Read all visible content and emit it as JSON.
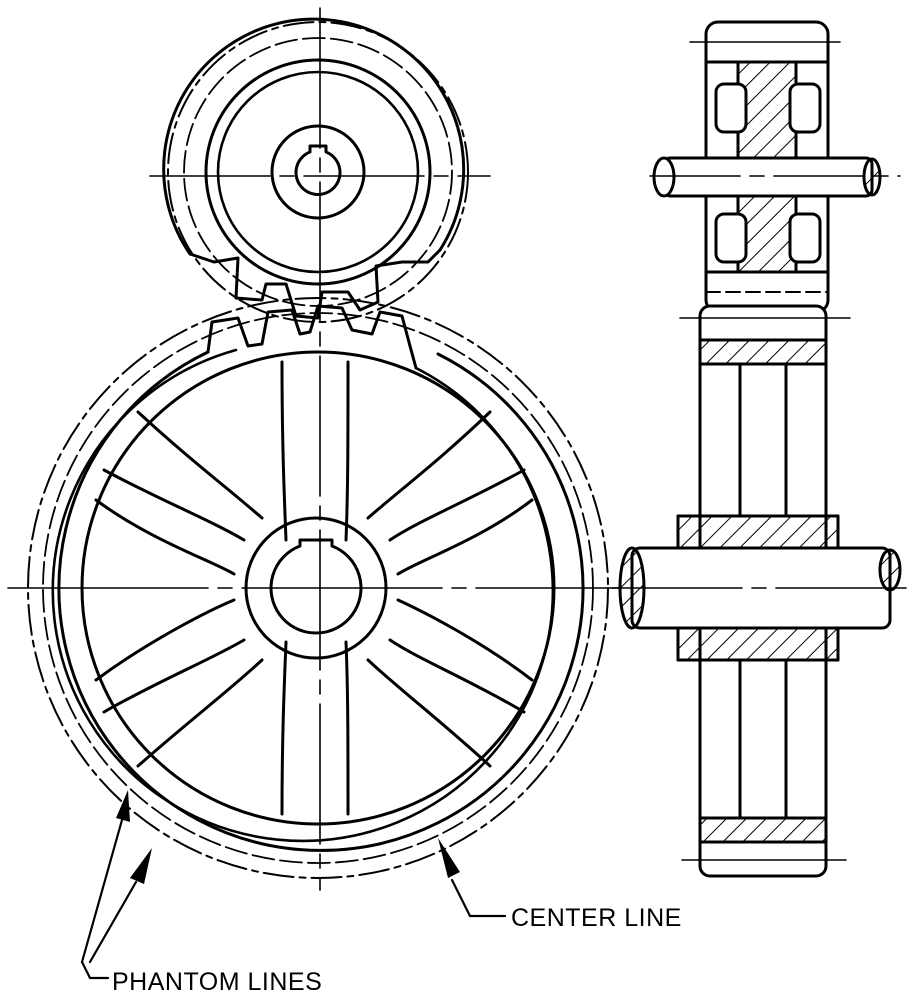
{
  "labels": {
    "center_line": "CENTER LINE",
    "phantom_lines": "PHANTOM LINES"
  },
  "colors": {
    "ink": "#000000",
    "paper": "#ffffff"
  },
  "parts": {
    "front_view": [
      "pinion",
      "gear-wheel",
      "spokes",
      "hub",
      "keyway"
    ],
    "side_view": [
      "pinion-section",
      "gear-section",
      "upper-shaft",
      "lower-shaft"
    ]
  }
}
